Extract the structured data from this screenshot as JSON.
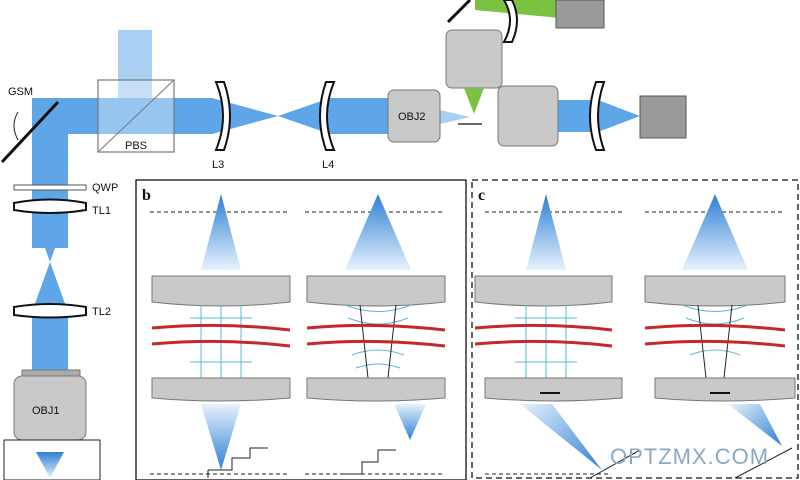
{
  "labels": {
    "gsm": "GSM",
    "pbs": "PBS",
    "qwp": "QWP",
    "tl1": "TL1",
    "tl2": "TL2",
    "l3": "L3",
    "l4": "L4",
    "obj1": "OBJ1",
    "obj2": "OBJ2"
  },
  "panels": {
    "b": "b",
    "c": "c"
  },
  "watermark": "OPTZMX.COM",
  "colors": {
    "beam": "#5ea6e8",
    "beam_light": "#a9cff3",
    "objective": "#c9c9c9",
    "medium_lines": "#c4282c",
    "excitation": "#7cc242"
  }
}
